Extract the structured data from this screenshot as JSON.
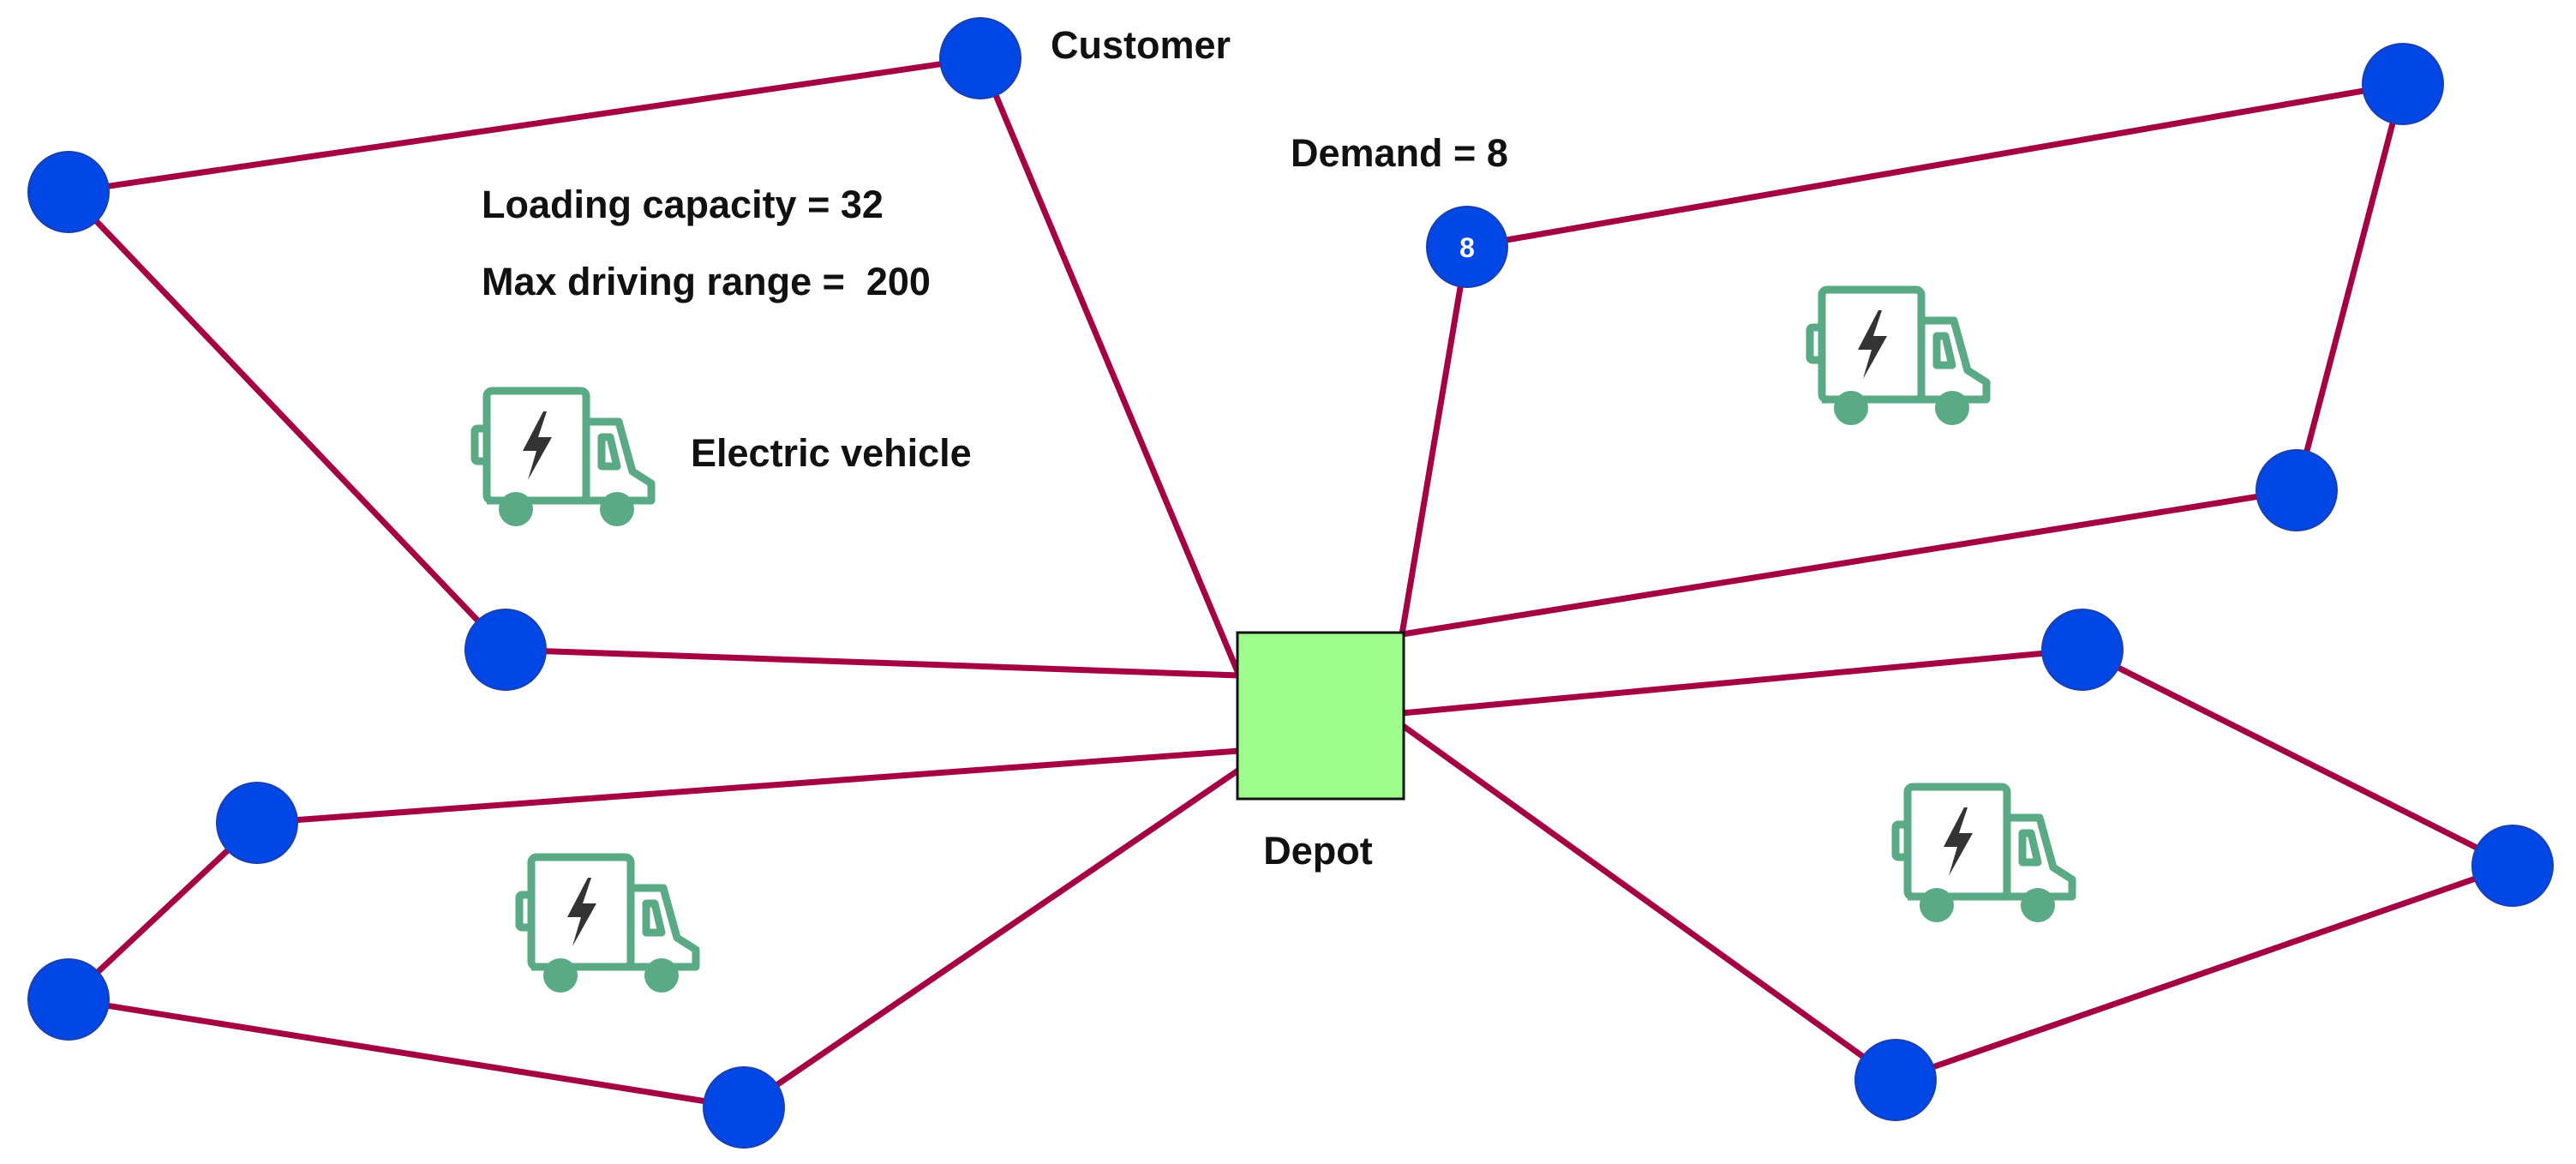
{
  "labels": {
    "customer": "Customer",
    "demand": "Demand = 8",
    "loading_capacity": "Loading capacity = 32",
    "max_driving_range": "Max driving range =  200",
    "electric_vehicle": "Electric vehicle",
    "depot": "Depot"
  },
  "nodes": {
    "demand_value": "8"
  },
  "icons": {
    "vehicle": "electric-truck-icon"
  },
  "colors": {
    "edge": "#a50044",
    "customer": "#0047e6",
    "depot": "#9dfe8e",
    "vehicle": "#5aaa85"
  }
}
